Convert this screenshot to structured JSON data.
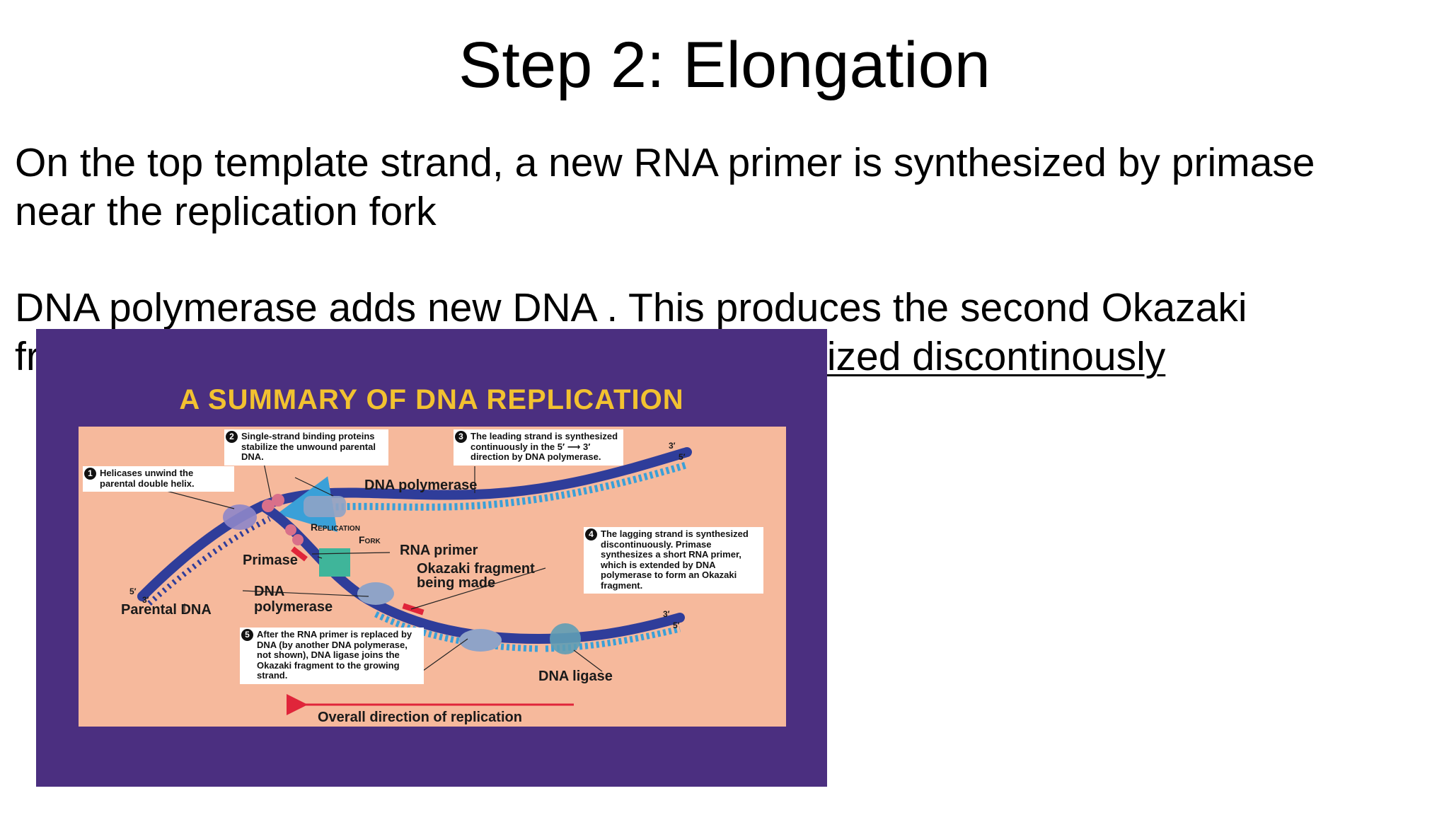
{
  "slide": {
    "title": "Step 2: Elongation",
    "paragraph1": {
      "line1": "On the top template strand, a new RNA primer is synthesized by primase",
      "line2": "near the replication fork"
    },
    "paragraph2": {
      "line1": "DNA polymerase adds new DNA . This produces the second Okazaki",
      "line2_visible_start": "fr",
      "line2_visible_end": "ized discontinously"
    }
  },
  "figure": {
    "title": "A SUMMARY OF DNA REPLICATION",
    "callouts": [
      {
        "num": "1",
        "text": "Helicases unwind the parental double helix."
      },
      {
        "num": "2",
        "text": "Single-strand binding proteins stabilize the unwound parental DNA."
      },
      {
        "num": "3",
        "text": "The leading strand is synthesized continuously in the 5′ ⟶ 3′ direction by DNA polymerase."
      },
      {
        "num": "4",
        "text": "The lagging strand is synthesized discontinuously. Primase synthesizes a short RNA primer, which is extended by DNA polymerase to form an Okazaki fragment."
      },
      {
        "num": "5",
        "text": "After the RNA primer is replaced by DNA (by another DNA polymerase, not shown), DNA ligase joins the Okazaki fragment to the growing strand."
      }
    ],
    "labels": {
      "dna_polymerase_top": "DNA polymerase",
      "replication": "Replication",
      "fork": "Fork",
      "primase": "Primase",
      "rna_primer": "RNA primer",
      "okazaki_line1": "Okazaki fragment",
      "okazaki_line2": "being made",
      "dna_polymerase_bottom_line1": "DNA",
      "dna_polymerase_bottom_line2": "polymerase",
      "parental_dna": "Parental DNA",
      "dna_ligase": "DNA ligase",
      "overall_direction": "Overall direction of replication",
      "prime5": "5′",
      "prime3": "3′"
    },
    "colors": {
      "background": "#4b2f80",
      "title": "#f2c230",
      "panel": "#f6b99c",
      "parental_strand": "#2f3d9a",
      "new_strand": "#3aa0d8",
      "rna_primer": "#e0253a",
      "primase": "#3fb59a",
      "arrow": "#e0253a"
    }
  }
}
